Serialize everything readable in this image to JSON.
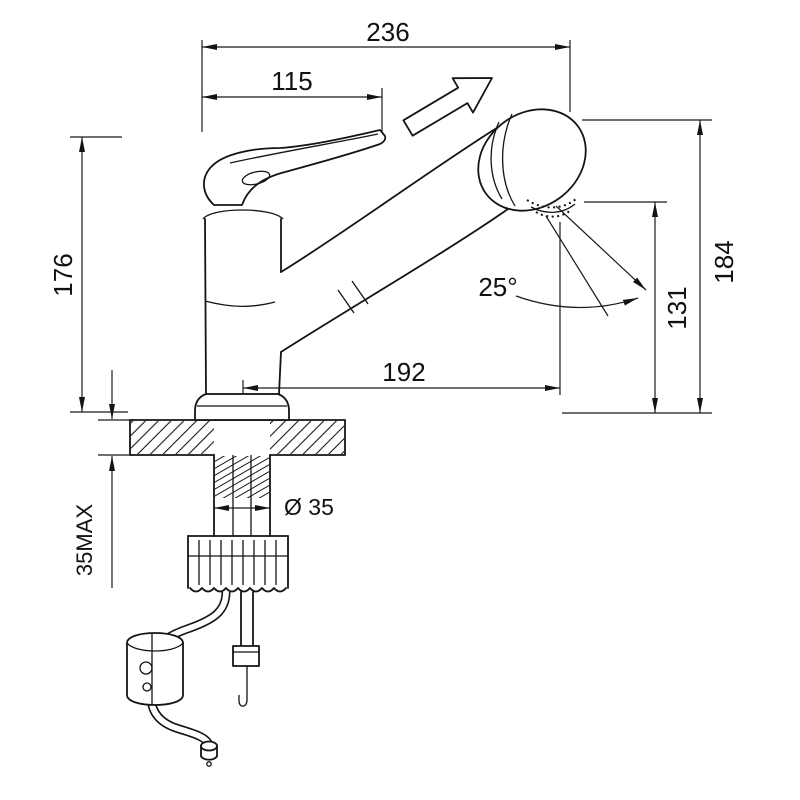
{
  "page": {
    "background": "#ffffff",
    "ink": "#1a1a1a"
  },
  "dims": {
    "overall_width": "236",
    "handle_reach": "115",
    "height_left": "176",
    "height_right": "184",
    "outlet_height": "131",
    "spout_reach": "192",
    "spray_angle": "25°",
    "shank_diameter": "Ø 35",
    "deck_thickness_max": "35MAX"
  }
}
